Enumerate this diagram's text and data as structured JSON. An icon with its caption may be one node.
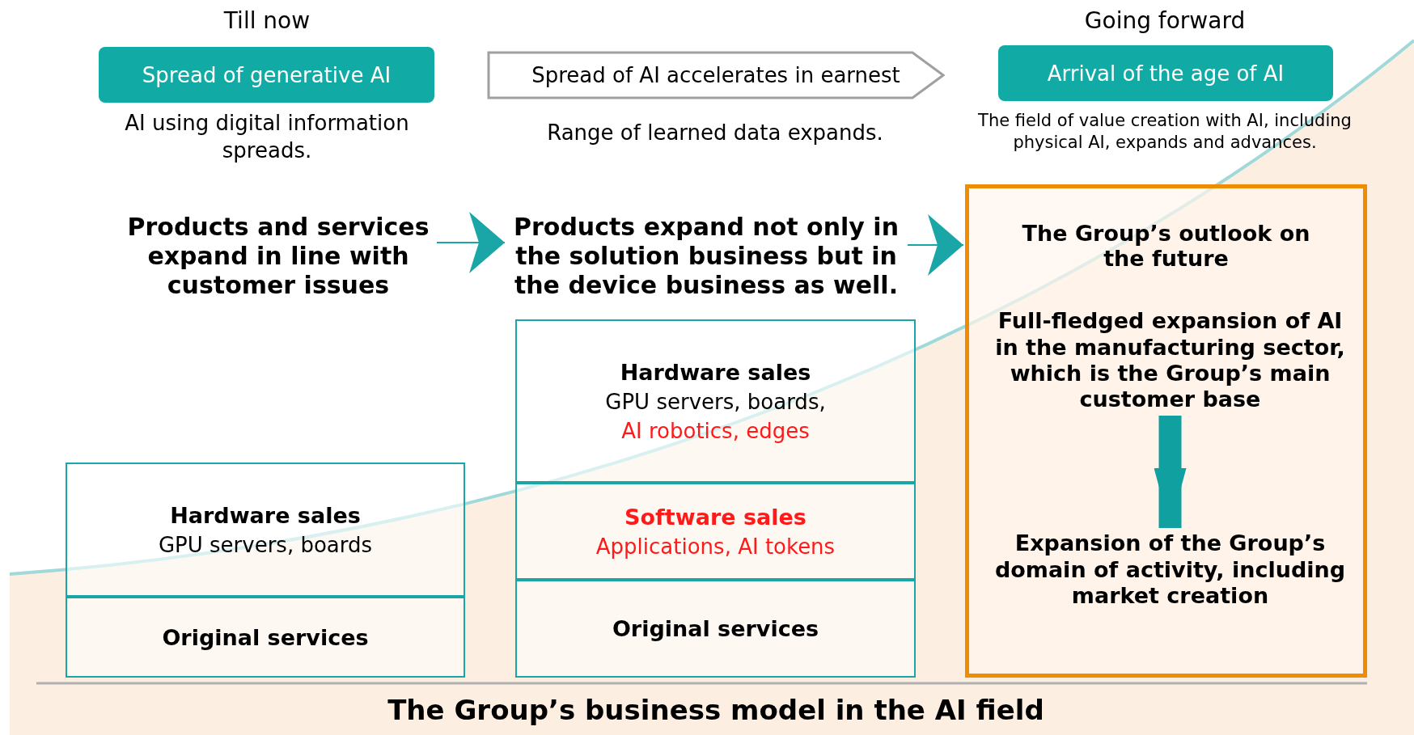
{
  "diagram": {
    "caption": "The Group’s business model in the AI field",
    "nodes": [
      {
        "text": [
          "Spread of generative AI"
        ]
      },
      {
        "text": [
          "Spread of AI accelerates in earnest"
        ]
      },
      {
        "text": [
          "Arrival of the age of AI"
        ]
      },
      {
        "text": [
          "Products and services expand in line with customer issues"
        ]
      },
      {
        "text": [
          "Hardware sales",
          "GPU servers, boards"
        ]
      },
      {
        "text": [
          "Original services"
        ]
      },
      {
        "text": [
          "Products expand not only in the solution business but in the device business as well."
        ]
      },
      {
        "text": [
          "Hardware sales",
          "GPU servers, boards,",
          "AI robotics, edges"
        ]
      },
      {
        "text": [
          "Software sales",
          "Applications, AI tokens"
        ]
      },
      {
        "text": [
          "Original services"
        ]
      },
      {
        "text": [
          "The Group’s outlook on the future"
        ]
      },
      {
        "text": [
          "Full-fledged expansion of AI in the manufacturing sector, which is the Group’s main customer base"
        ],
        "in": 10
      },
      {
        "text": [
          "Expansion of the Group’s domain of activity, including market creation"
        ],
        "in": 10
      }
    ],
    "edges": [
      {
        "from": 3,
        "to": 6,
        "arrow": "to"
      },
      {
        "from": 6,
        "to": 10,
        "arrow": "to"
      },
      {
        "from": 11,
        "to": 12,
        "arrow": "to",
        "style": "thick"
      }
    ],
    "labels": [
      "Till now",
      "Going forward",
      "AI using digital information spreads.",
      "Range of learned data expands.",
      "The field of value creation with AI, including physical AI, expands and advances."
    ]
  }
}
